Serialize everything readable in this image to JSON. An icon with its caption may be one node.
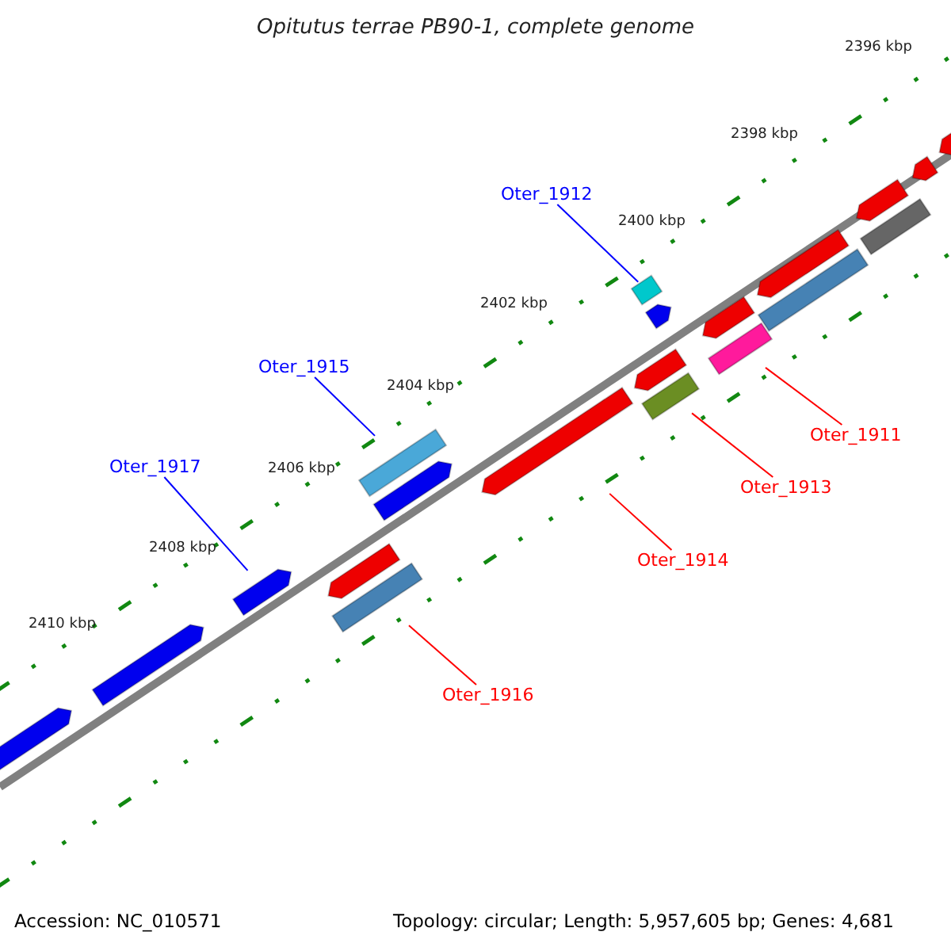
{
  "diagram": {
    "title": "Opitutus terrae PB90-1, complete genome",
    "nodes": [
      {
        "text": [
          "Oter_1912"
        ]
      },
      {
        "text": [],
        "shape": "bar"
      },
      {
        "text": [
          "Oter_1915"
        ]
      },
      {
        "text": [],
        "shape": "bar"
      },
      {
        "text": [
          "Oter_1917"
        ]
      },
      {
        "text": [],
        "shape": "bar"
      },
      {
        "text": [
          "Oter_1911"
        ]
      },
      {
        "text": [],
        "shape": "bar"
      },
      {
        "text": [
          "Oter_1913"
        ]
      },
      {
        "text": [],
        "shape": "bar"
      },
      {
        "text": [
          "Oter_1914"
        ]
      },
      {
        "text": [],
        "shape": "bar"
      },
      {
        "text": [
          "Oter_1916"
        ]
      },
      {
        "text": [],
        "shape": "bar"
      }
    ],
    "edges": [
      {
        "from": 0,
        "to": 1,
        "arrow": "none",
        "color": "#0000ff"
      },
      {
        "from": 2,
        "to": 3,
        "arrow": "none",
        "color": "#0000ff"
      },
      {
        "from": 4,
        "to": 5,
        "arrow": "none",
        "color": "#0000ff"
      },
      {
        "from": 6,
        "to": 7,
        "arrow": "none"
      },
      {
        "from": 8,
        "to": 9,
        "arrow": "none"
      },
      {
        "from": 10,
        "to": 11,
        "arrow": "none"
      },
      {
        "from": 12,
        "to": 13,
        "arrow": "none"
      }
    ],
    "labels": [
      "2396 kbp",
      "2398 kbp",
      "2400 kbp",
      "2402 kbp",
      "2404 kbp",
      "2406 kbp",
      "2408 kbp",
      "2410 kbp",
      "Accession: NC_010571",
      "Topology: circular; Length: 5,957,605 bp; Genes: 4,681"
    ]
  }
}
